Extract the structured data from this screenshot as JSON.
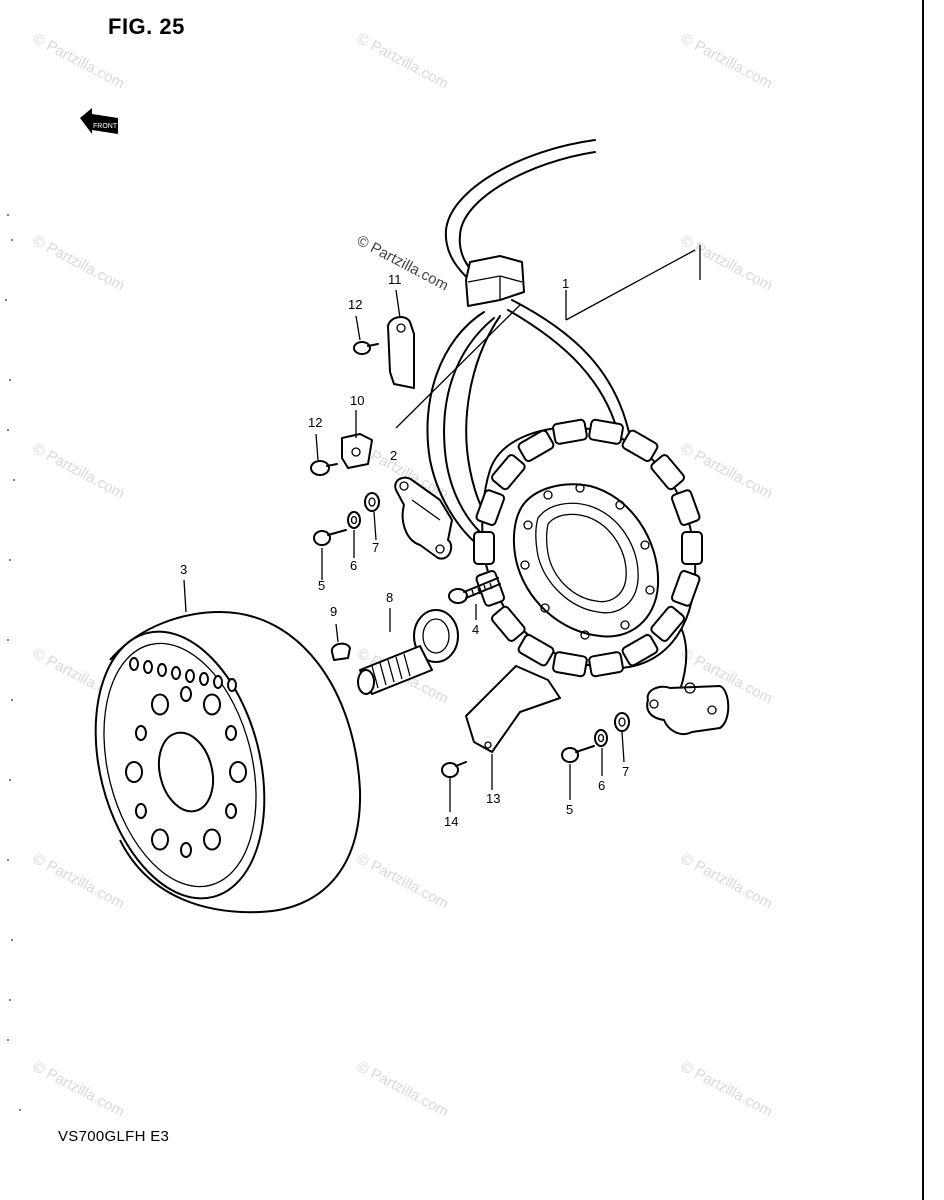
{
  "figure": {
    "title": "FIG. 25",
    "model_code": "VS700GLFH  E3"
  },
  "front_arrow": {
    "label": "FRONT"
  },
  "watermark": {
    "text": "© Partzilla.com"
  },
  "callouts": [
    {
      "id": "1",
      "label": "1"
    },
    {
      "id": "2",
      "label": "2"
    },
    {
      "id": "3",
      "label": "3"
    },
    {
      "id": "4",
      "label": "4"
    },
    {
      "id": "5a",
      "label": "5"
    },
    {
      "id": "5b",
      "label": "5"
    },
    {
      "id": "6a",
      "label": "6"
    },
    {
      "id": "6b",
      "label": "6"
    },
    {
      "id": "7a",
      "label": "7"
    },
    {
      "id": "7b",
      "label": "7"
    },
    {
      "id": "8",
      "label": "8"
    },
    {
      "id": "9",
      "label": "9"
    },
    {
      "id": "10",
      "label": "10"
    },
    {
      "id": "11",
      "label": "11"
    },
    {
      "id": "12a",
      "label": "12"
    },
    {
      "id": "12b",
      "label": "12"
    },
    {
      "id": "13",
      "label": "13"
    },
    {
      "id": "14",
      "label": "14"
    }
  ]
}
